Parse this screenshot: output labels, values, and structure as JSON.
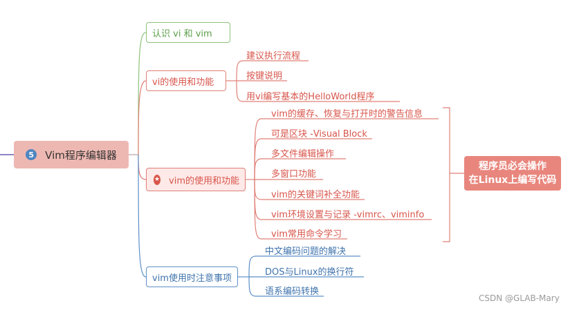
{
  "root": {
    "number": "5",
    "label": "Vim程序编辑器"
  },
  "branches": [
    {
      "label": "认识 vi 和 vim",
      "color": "#8ec17a",
      "children": []
    },
    {
      "label": "vi的使用和功能",
      "color": "#e07f76",
      "children": [
        "建议执行流程",
        "按键说明",
        "用vi编写基本的HelloWorld程序"
      ]
    },
    {
      "label": "vim的使用和功能",
      "color": "#e07f76",
      "children": [
        "vim的缓存、恢复与打开时的警告信息",
        "可是区块 -Visual Block",
        "多文件编辑操作",
        "多窗口功能",
        "vim的关键词补全功能",
        "vim环境设置与记录 -vimrc、viminfo",
        "vim常用命令学习"
      ]
    },
    {
      "label": "vim使用时注意事项",
      "color": "#5b8fc7",
      "children": [
        "中文编码问题的解决",
        "DOS与Linux的换行符",
        "语系编码转换"
      ]
    }
  ],
  "summary": {
    "line1": "程序员必会操作",
    "line2": "在Linux上编写代码"
  },
  "watermark": "CSDN @GLAB-Mary",
  "icons": {
    "root_number": "circled-number",
    "vim_branch": "star-badge-icon"
  }
}
